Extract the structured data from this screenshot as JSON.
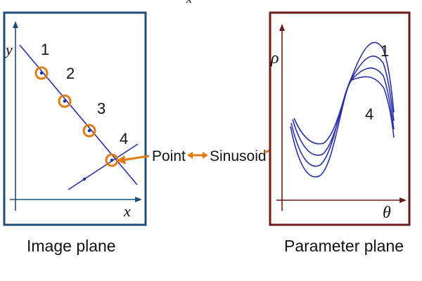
{
  "top_fragment": "x",
  "image_plane": {
    "caption": "Image plane",
    "y_label": "y",
    "x_label": "x",
    "point_labels": [
      "1",
      "2",
      "3",
      "4"
    ],
    "frame_color": "#1f4e79"
  },
  "parameter_plane": {
    "caption": "Parameter plane",
    "rho_label": "ρ",
    "theta_label": "θ",
    "curve_labels": [
      "1",
      "4"
    ],
    "frame_color": "#6b1a1a",
    "curve_color": "#2a2fa8"
  },
  "mapping": {
    "left": "Point",
    "right": "Sinusoid",
    "arrow_color": "#e07b10",
    "symbol": "↔"
  }
}
